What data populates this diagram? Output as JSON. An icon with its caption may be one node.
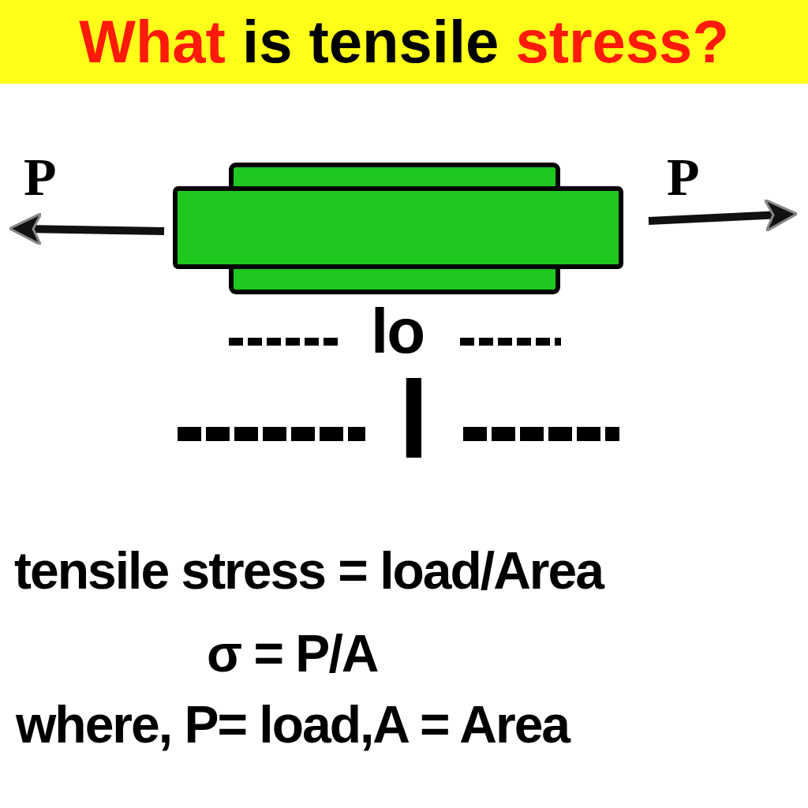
{
  "diagram": {
    "title": "What is tensile stress?",
    "labels": [
      "P",
      "P",
      "lo",
      "l",
      "tensile stress = load/Area",
      "σ = P/A",
      "where, P= load,A = Area"
    ]
  }
}
